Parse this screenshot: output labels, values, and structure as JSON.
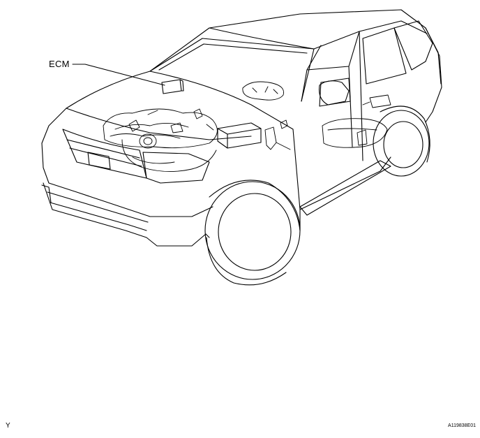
{
  "callouts": {
    "ecm_label": "ECM"
  },
  "footer": {
    "corner_mark": "Y",
    "figure_code": "A119838E01"
  },
  "colors": {
    "line": "#000000",
    "background": "#ffffff"
  }
}
